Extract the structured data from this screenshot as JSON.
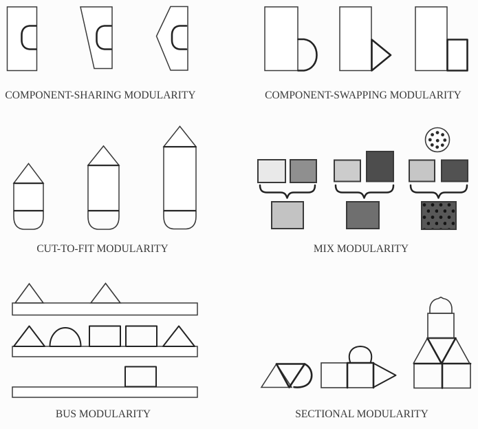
{
  "figure": {
    "background": "#fcfcfc",
    "line_color": "#3a3a3a",
    "bold_line_color": "#232323",
    "label_color": "#383838"
  },
  "panels": {
    "component_sharing": {
      "label": "COMPONENT-SHARING MODULARITY"
    },
    "component_swapping": {
      "label": "COMPONENT-SWAPPING MODULARITY"
    },
    "cut_to_fit": {
      "label": "CUT-TO-FIT MODULARITY"
    },
    "mix": {
      "label": "MIX MODULARITY",
      "groups": [
        {
          "inputs": [
            {
              "color": "#e9e9e9"
            },
            {
              "color": "#8f8f8f"
            }
          ],
          "result": {
            "color": "#c3c3c3"
          }
        },
        {
          "inputs": [
            {
              "color": "#cccccc"
            },
            {
              "color": "#4d4d4d"
            }
          ],
          "result": {
            "color": "#6f6f6f"
          }
        },
        {
          "inputs": [
            {
              "color": "#c6c6c6"
            },
            {
              "color": "#525252"
            }
          ],
          "result": {
            "color": "#585858",
            "dot_color": "#141414"
          },
          "addon_circle": {
            "fill": "#ffffff",
            "dot_color": "#2a2a2a"
          }
        }
      ]
    },
    "bus": {
      "label": "BUS MODULARITY"
    },
    "sectional": {
      "label": "SECTIONAL MODULARITY"
    }
  }
}
